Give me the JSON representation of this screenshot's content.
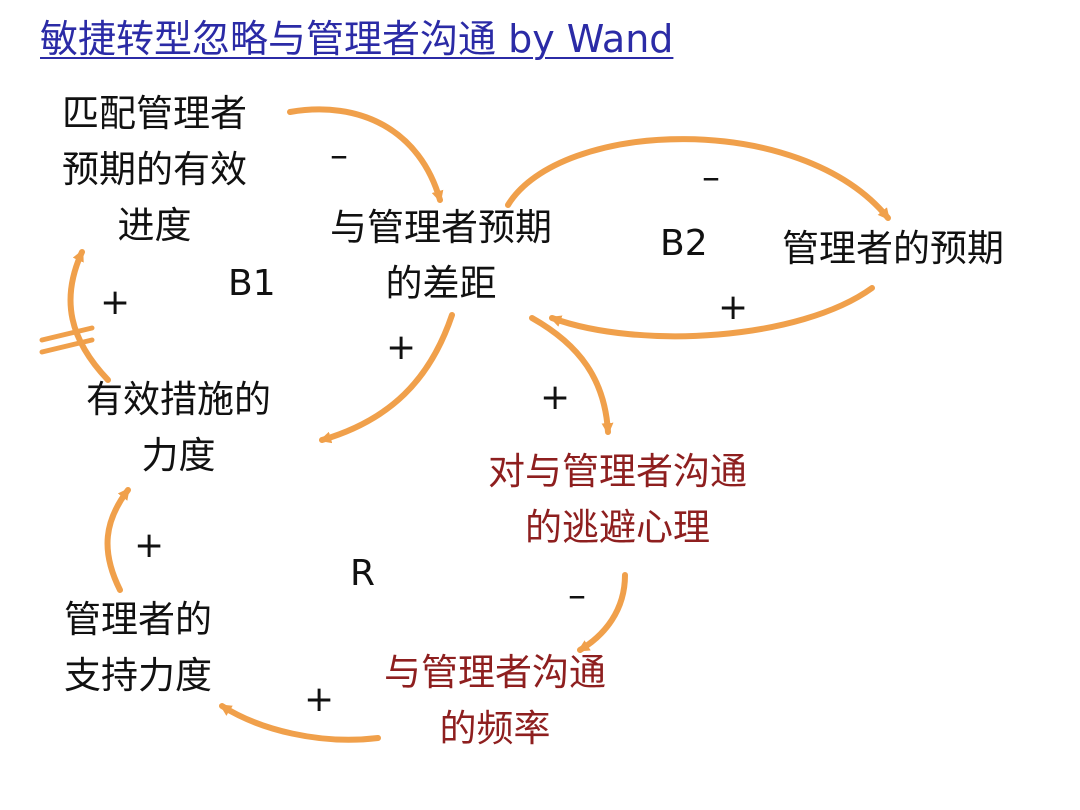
{
  "title": "敏捷转型忽略与管理者沟通 by Wand",
  "colors": {
    "arrow": "#f0a04b",
    "dark_text": "#111111",
    "red_text": "#8e1f1f",
    "title": "#2b2ba6"
  },
  "nodes": {
    "match_progress": [
      "匹配管理者",
      "预期的有效",
      "进度"
    ],
    "gap": [
      "与管理者预期",
      "的差距"
    ],
    "manager_expectation": [
      "管理者的预期"
    ],
    "effective_measures": [
      "有效措施的",
      "力度"
    ],
    "avoidance": [
      "对与管理者沟通",
      "的逃避心理"
    ],
    "manager_support": [
      "管理者的",
      "支持力度"
    ],
    "comm_frequency": [
      "与管理者沟通",
      "的频率"
    ]
  },
  "loops": {
    "b1": "B1",
    "b2": "B2",
    "r": "R"
  },
  "signs": {
    "progress_to_gap": "–",
    "gap_to_expectation": "–",
    "expectation_to_gap": "+",
    "measures_to_progress": "+",
    "gap_to_measures": "+",
    "gap_to_avoidance": "+",
    "support_to_measures": "+",
    "avoidance_to_frequency": "–",
    "frequency_to_support": "+"
  }
}
